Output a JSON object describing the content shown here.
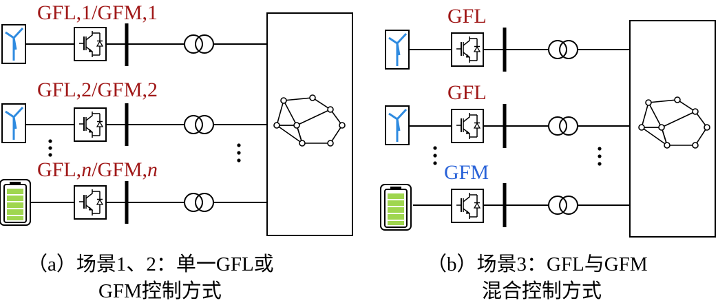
{
  "colors": {
    "gfl_label": "#a01818",
    "gfm_label": "#2a63d8",
    "line": "#000000",
    "wind_blade": "#2f8be0",
    "battery_cell": "#9fd64f"
  },
  "panel_a": {
    "labels": {
      "row1": {
        "text": "GFL,1/GFM,1"
      },
      "row2": {
        "text": "GFL,2/GFM,2"
      },
      "row3": {
        "pre": "GFL,",
        "n1": "n",
        "mid": "/GFM,",
        "n2": "n"
      }
    },
    "sources": [
      "wind-turbine-icon",
      "wind-turbine-icon",
      "battery-icon"
    ],
    "caption": {
      "line1": "（a）场景1、2：单一GFL或",
      "line2": "GFM控制方式"
    }
  },
  "panel_b": {
    "labels": {
      "row1": "GFL",
      "row2": "GFL",
      "row3": "GFM"
    },
    "sources": [
      "wind-turbine-icon",
      "wind-turbine-icon",
      "battery-icon"
    ],
    "caption": {
      "line1": "（b）场景3：GFL与GFM",
      "line2": "混合控制方式"
    }
  },
  "icons": {
    "converter": "converter-igbt-icon",
    "transformer": "transformer-icon",
    "grid": "network-graph-icon",
    "ellipsis": "vertical-ellipsis-icon"
  }
}
